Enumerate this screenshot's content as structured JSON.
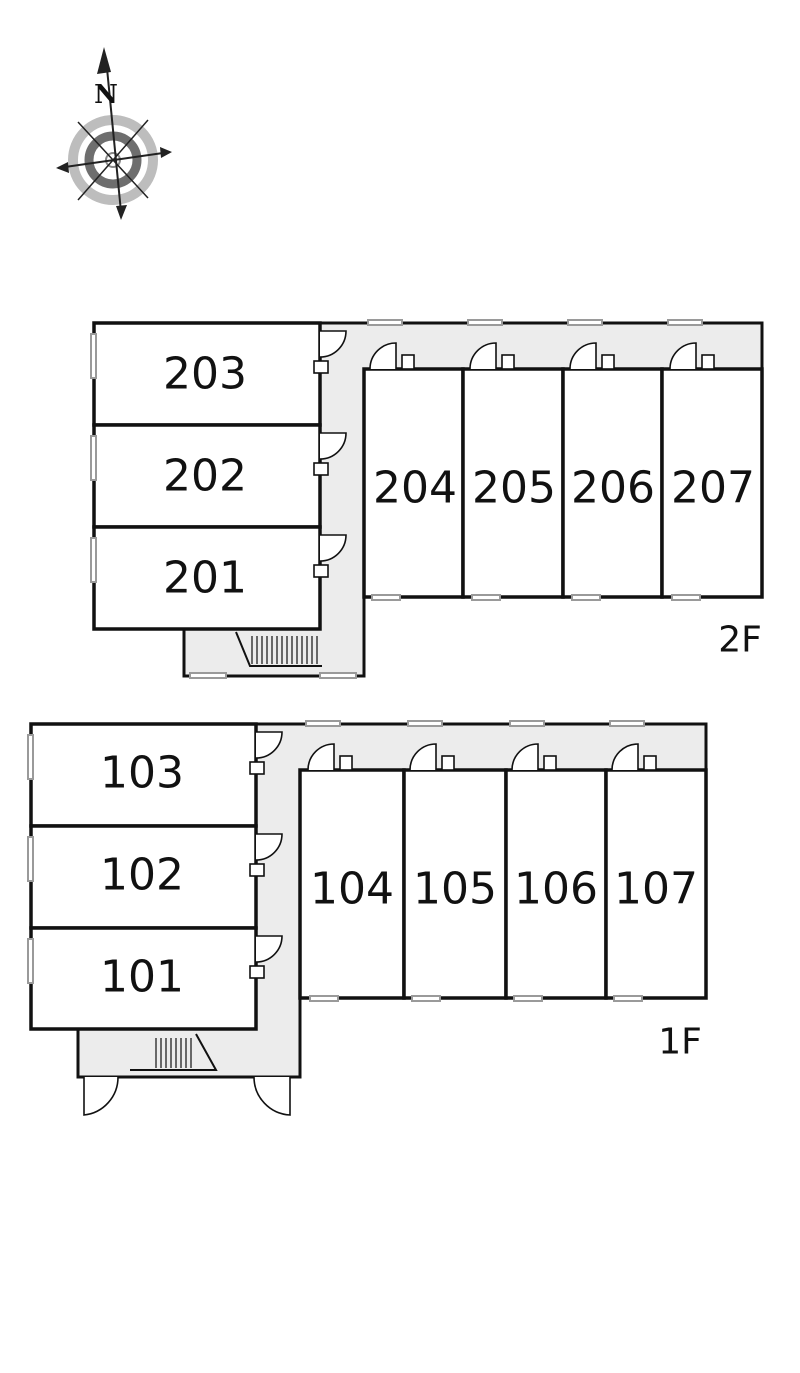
{
  "colors": {
    "wall": "#111111",
    "corridor": "#ececec",
    "room_fill": "#ffffff",
    "window": "#9a9a9a"
  },
  "compass": {
    "north_label": "N",
    "icon": "compass-rose-icon"
  },
  "floors": [
    {
      "label": "2F",
      "rooms": [
        "203",
        "202",
        "201",
        "204",
        "205",
        "206",
        "207"
      ]
    },
    {
      "label": "1F",
      "rooms": [
        "103",
        "102",
        "101",
        "104",
        "105",
        "106",
        "107"
      ]
    }
  ]
}
